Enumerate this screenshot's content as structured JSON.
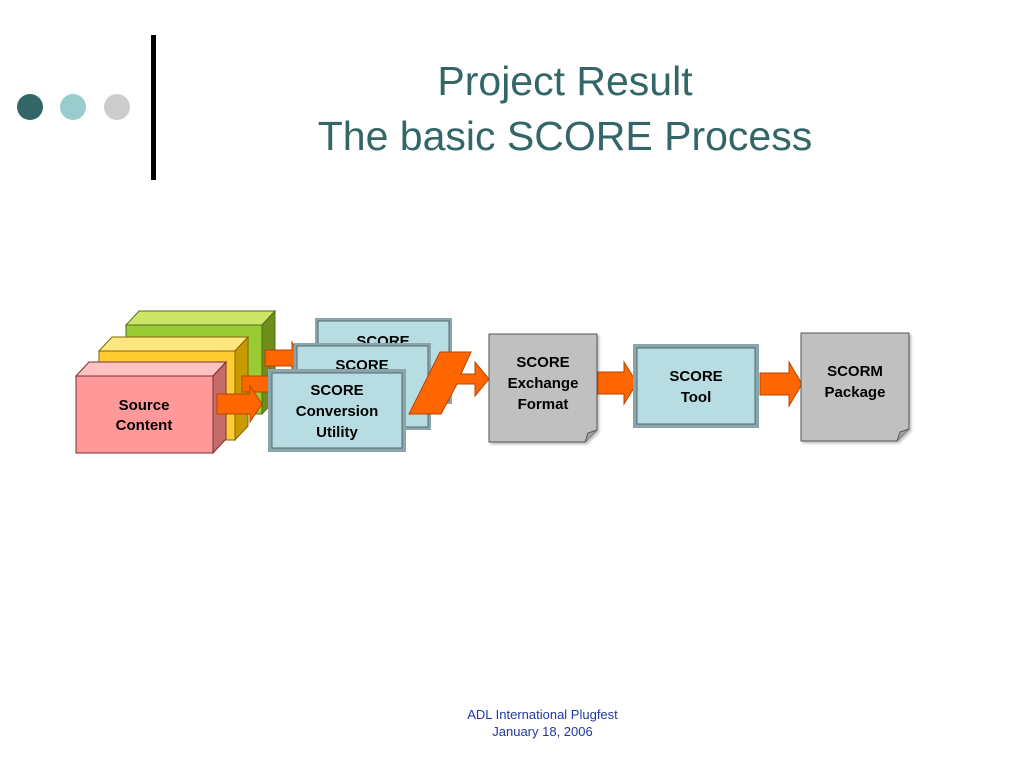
{
  "title": {
    "line1": "Project Result",
    "line2": "The basic SCORE Process"
  },
  "colors": {
    "title": "#336666",
    "dot_dark": "#336666",
    "dot_light": "#99cccc",
    "dot_gray": "#cccccc",
    "arrow": "#ff6600",
    "box_cyan": "#b7dde3",
    "doc_gray": "#c0c0c0",
    "source_pink": "#ff9999",
    "source_yellow": "#ffcc33",
    "source_green": "#99cc33",
    "footer": "#1f3a9e"
  },
  "diagram": {
    "source_content": {
      "line1": "Source",
      "line2": "Content"
    },
    "conversion_back_line1": "SCORE",
    "conversion_mid_line1": "SCORE",
    "conversion_front": {
      "line1": "SCORE",
      "line2": "Conversion",
      "line3": "Utility"
    },
    "exchange_format": {
      "line1": "SCORE",
      "line2": "Exchange",
      "line3": "Format"
    },
    "score_tool": {
      "line1": "SCORE",
      "line2": "Tool"
    },
    "scorm_package": {
      "line1": "SCORM",
      "line2": "Package"
    }
  },
  "footer": {
    "line1": "ADL International Plugfest",
    "line2": "January 18, 2006"
  }
}
